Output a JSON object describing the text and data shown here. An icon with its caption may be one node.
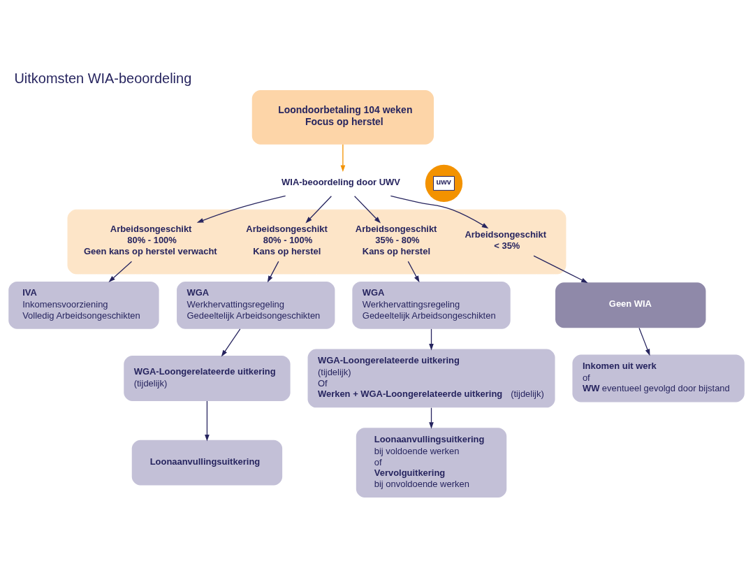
{
  "diagram": {
    "title": "Uitkomsten WIA-beoordeling",
    "nodes": [
      {
        "text": [
          "Loondoorbetaling 104 weken",
          "Focus op herstel"
        ]
      },
      {
        "text": [
          "uwv"
        ]
      },
      {
        "text": [
          "WIA-beoordeling door UWV"
        ]
      },
      {
        "text": [],
        "shape": "bar"
      },
      {
        "text": [
          "Arbeidsongeschikt",
          "80% - 100%",
          "Geen kans op herstel verwacht"
        ],
        "in": 3
      },
      {
        "text": [
          "Arbeidsongeschikt",
          "80% - 100%",
          "Kans op herstel"
        ],
        "in": 3
      },
      {
        "text": [
          "Arbeidsongeschikt",
          "35% - 80%",
          "Kans op herstel"
        ],
        "in": 3
      },
      {
        "text": [
          "Arbeidsongeschikt",
          "< 35%"
        ],
        "in": 3
      },
      {
        "text": [
          "IVA",
          "Inkomensvoorziening",
          "Volledig Arbeidsongeschikten"
        ]
      },
      {
        "text": [
          "WGA",
          "Werkhervattingsregeling",
          "Gedeeltelijk Arbeidsongeschikten"
        ]
      },
      {
        "text": [
          "WGA-Loongerelateerde uitkering",
          "(tijdelijk)"
        ]
      },
      {
        "text": [
          "Loonaanvullingsuitkering"
        ]
      },
      {
        "text": [
          "WGA",
          "Werkhervattingsregeling",
          "Gedeeltelijk Arbeidsongeschikten"
        ]
      },
      {
        "text": [
          "WGA-Loongerelateerde uitkering",
          "(tijdelijk)",
          "Of",
          "**Werken + WGA-Loongerelateerde uitkering** (tijdelijk)"
        ]
      },
      {
        "text": [
          "Loonaanvullingsuitkering",
          "bij voldoende werken",
          "of",
          "Vervolguitkering",
          "bij onvoldoende werken"
        ]
      },
      {
        "text": [
          "Geen WIA"
        ]
      },
      {
        "text": [
          "Inkomen uit werk",
          "of",
          "**WW** eventueel gevolgd door bijstand"
        ]
      }
    ],
    "edges": [
      {
        "from": 0,
        "to": 2,
        "arrow": "to",
        "color": "#f39200"
      },
      {
        "from": 2,
        "to": 4,
        "arrow": "to"
      },
      {
        "from": 2,
        "to": 5,
        "arrow": "to"
      },
      {
        "from": 2,
        "to": 6,
        "arrow": "to"
      },
      {
        "from": 2,
        "to": 7,
        "arrow": "to"
      },
      {
        "from": 4,
        "to": 8,
        "arrow": "to"
      },
      {
        "from": 5,
        "to": 9,
        "arrow": "to"
      },
      {
        "from": 6,
        "to": 12,
        "arrow": "to"
      },
      {
        "from": 7,
        "to": 15,
        "arrow": "to"
      },
      {
        "from": 9,
        "to": 10,
        "arrow": "to"
      },
      {
        "from": 10,
        "to": 11,
        "arrow": "to"
      },
      {
        "from": 12,
        "to": 13,
        "arrow": "to"
      },
      {
        "from": 13,
        "to": 14,
        "arrow": "to"
      },
      {
        "from": 15,
        "to": 16,
        "arrow": "to"
      }
    ]
  }
}
